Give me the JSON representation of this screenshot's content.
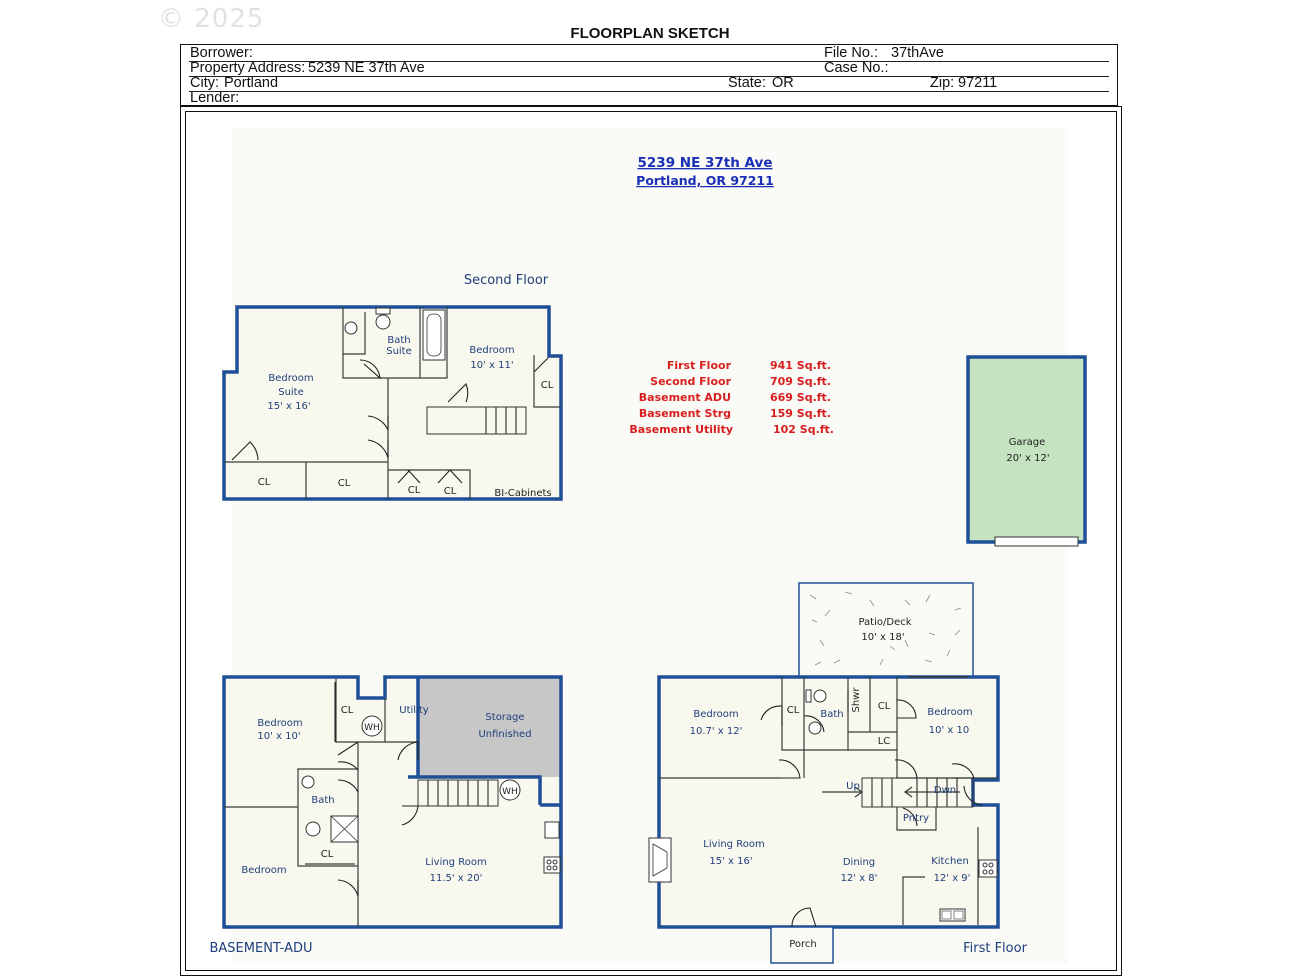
{
  "watermark": "© 2025",
  "title": "FLOORPLAN SKETCH",
  "header": {
    "borrower_label": "Borrower:",
    "borrower_value": "",
    "file_no_label": "File No.:",
    "file_no_value": "37thAve",
    "address_label": "Property Address:",
    "address_value": "5239 NE 37th Ave",
    "case_no_label": "Case No.:",
    "case_no_value": "",
    "city_label": "City:",
    "city_value": "Portland",
    "state_label": "State:",
    "state_value": "OR",
    "zip_label": "Zip:",
    "zip_value": "97211",
    "lender_label": "Lender:",
    "lender_value": ""
  },
  "sketch": {
    "address_line1": "5239 NE 37th Ave",
    "address_line2": "Portland, OR 97211",
    "second_floor_label": "Second Floor",
    "basement_label": "BASEMENT-ADU",
    "first_floor_label": "First Floor",
    "area_summary": [
      {
        "name": "First Floor",
        "value": "941 Sq.ft."
      },
      {
        "name": "Second Floor",
        "value": "709 Sq.ft."
      },
      {
        "name": "Basement ADU",
        "value": "669 Sq.ft."
      },
      {
        "name": "Basement Strg",
        "value": "159 Sq.ft."
      },
      {
        "name": "Basement Utility",
        "value": "102 Sq.ft."
      }
    ],
    "second_floor_rooms": {
      "bedroom_suite": "Bedroom",
      "bedroom_suite_2": "Suite",
      "bedroom_suite_dim": "15' x 16'",
      "bath": "Bath",
      "bath_2": "Suite",
      "bedroom": "Bedroom",
      "bedroom_dim": "10' x 11'",
      "cl_right": "CL",
      "cl_1": "CL",
      "cl_2": "CL",
      "cl_3": "CL",
      "cl_4": "CL",
      "bi_cabinets": "BI-Cabinets"
    },
    "garage": {
      "name": "Garage",
      "dim": "20' x 12'"
    },
    "patio": {
      "name": "Patio/Deck",
      "dim": "10' x 18'"
    },
    "basement_rooms": {
      "bedroom1": "Bedroom",
      "bedroom1_dim": "10' x 10'",
      "cl_top": "CL",
      "wh1": "WH",
      "utility": "Utility",
      "storage": "Storage",
      "storage_sub": "Unfinished",
      "wh2": "WH",
      "bath": "Bath",
      "cl_bottom": "CL",
      "bedroom2": "Bedroom",
      "living": "Living Room",
      "living_dim": "11.5' x 20'"
    },
    "first_floor_rooms": {
      "bedroom1": "Bedroom",
      "bedroom1_dim": "10.7' x 12'",
      "cl1": "CL",
      "bath": "Bath",
      "shwr": "Shwr",
      "cl2": "CL",
      "lc": "LC",
      "bedroom2": "Bedroom",
      "bedroom2_dim": "10' x 10",
      "up": "Up",
      "dwn": "Dwn",
      "pntry": "Pntry",
      "living": "Living Room",
      "living_dim": "15' x 16'",
      "dining": "Dining",
      "dining_dim": "12' x 8'",
      "kitchen": "Kitchen",
      "kitchen_dim": "12' x 9'",
      "porch": "Porch"
    },
    "colors": {
      "wall": "#1f4f96",
      "floor_fill": "#f9f8ee",
      "garage_fill": "#c5e3c1",
      "storage_fill": "#c7c7c7",
      "area_text": "#d81e1e",
      "label_text": "#1f3f7a"
    }
  }
}
